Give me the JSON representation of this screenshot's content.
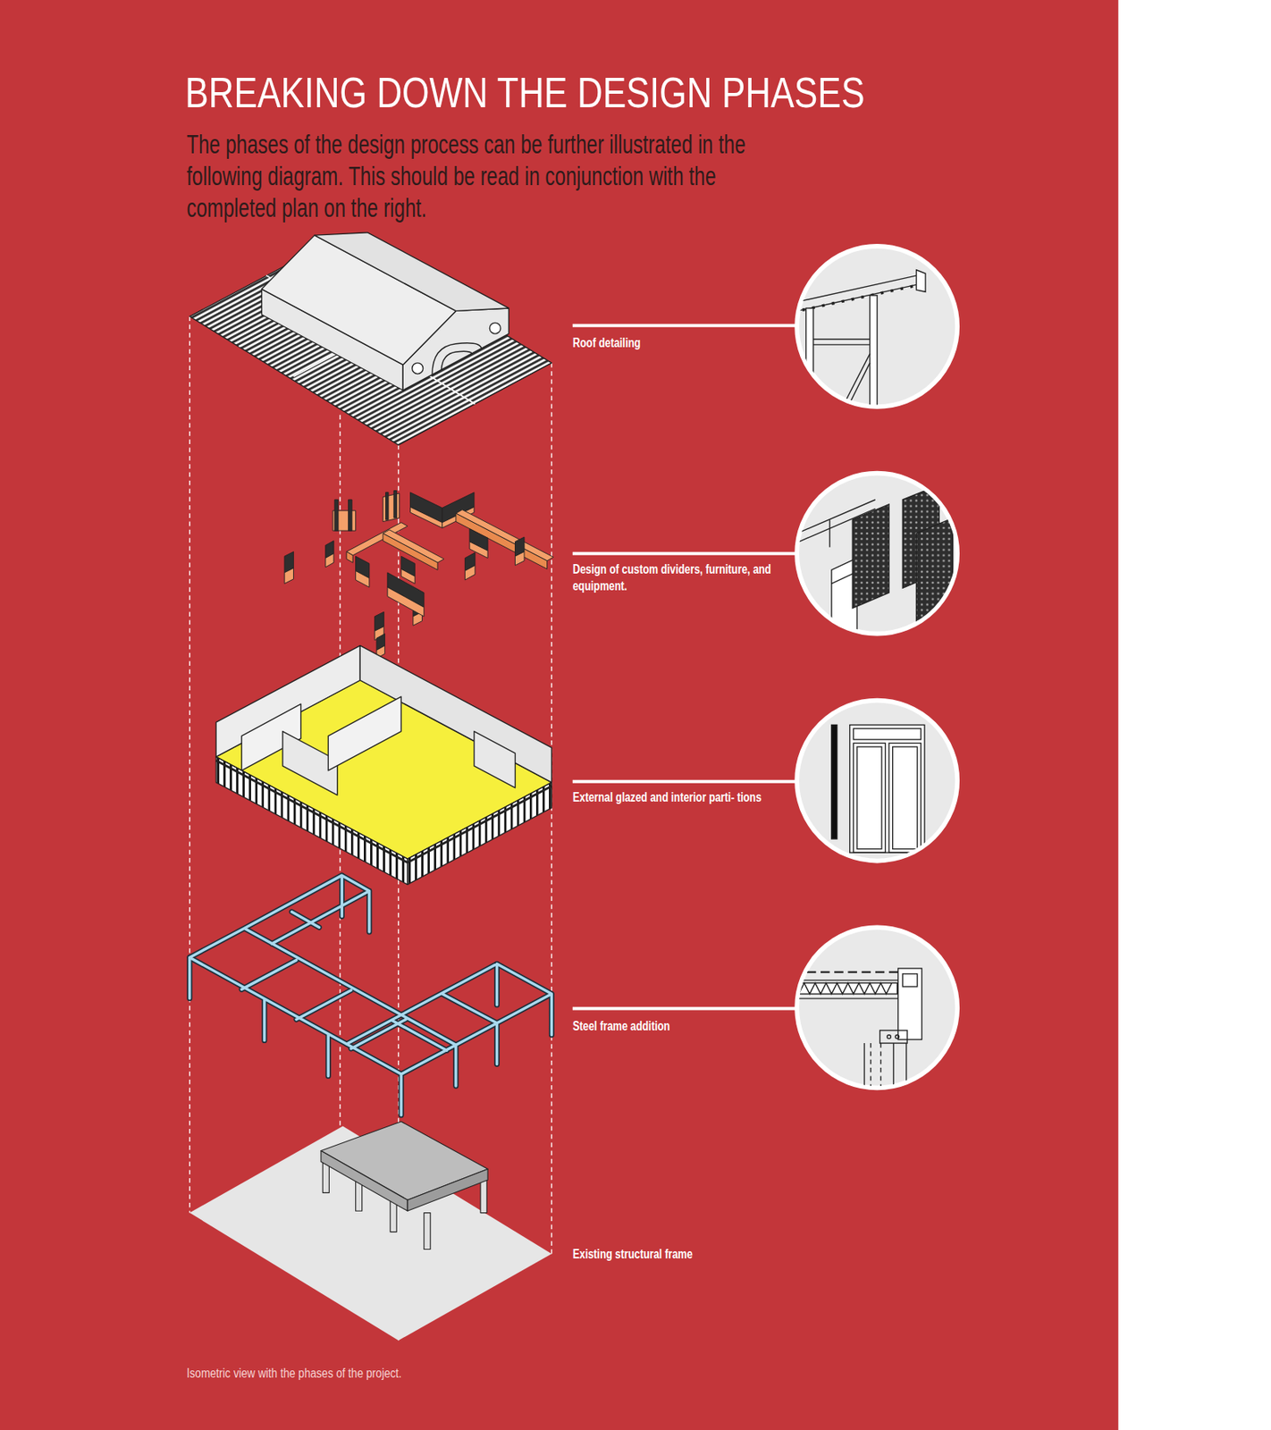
{
  "diagram": {
    "title": "BREAKING DOWN THE DESIGN PHASES",
    "caption": "Isometric view with the phases of the project.",
    "labels": [
      "The phases of the design process can be further illustrated in the following diagram. This should be read in conjunction with the completed plan on the right.",
      "Roof detailing",
      "Design of custom dividers, furniture, and equipment.",
      "External glazed and interior parti- tions",
      "Steel frame addition",
      "Existing structural frame"
    ]
  }
}
